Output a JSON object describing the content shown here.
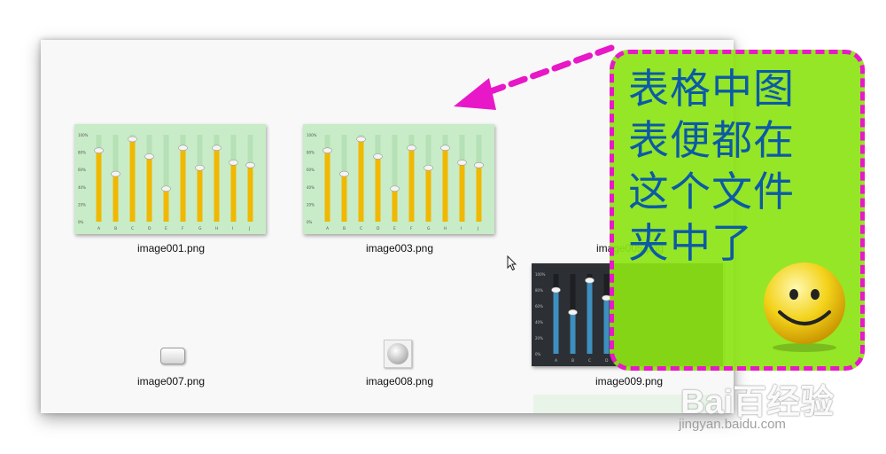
{
  "files": [
    {
      "name": "image001.png"
    },
    {
      "name": "image003.png"
    },
    {
      "name": "image005.png"
    },
    {
      "name": "image007.png"
    },
    {
      "name": "image008.png"
    },
    {
      "name": "image009.png"
    }
  ],
  "thumbnail_chart": {
    "y_ticks": [
      "100%",
      "80%",
      "60%",
      "40%",
      "20%",
      "0%"
    ],
    "categories": [
      "A",
      "B",
      "C",
      "D",
      "E",
      "F",
      "G",
      "H",
      "I",
      "J"
    ],
    "values": [
      0.82,
      0.55,
      0.95,
      0.75,
      0.38,
      0.85,
      0.62,
      0.85,
      0.68,
      0.65
    ],
    "dark_values": [
      0.8,
      0.52,
      0.92,
      0.7
    ],
    "colors": {
      "panel": "#c8ecc8",
      "bar": "#f0b800",
      "track": "#b6e0b6",
      "dark_panel": "#2c2f34",
      "dark_bar": "#3d8fbf"
    }
  },
  "callout": {
    "text": "表格中图表便都在这个文件夹中了",
    "colors": {
      "fill": "#8ce414",
      "border": "#e818c8",
      "text": "#0b5aa6"
    }
  },
  "watermark": {
    "brand": "Bai百经验",
    "url": "jingyan.baidu.com"
  }
}
